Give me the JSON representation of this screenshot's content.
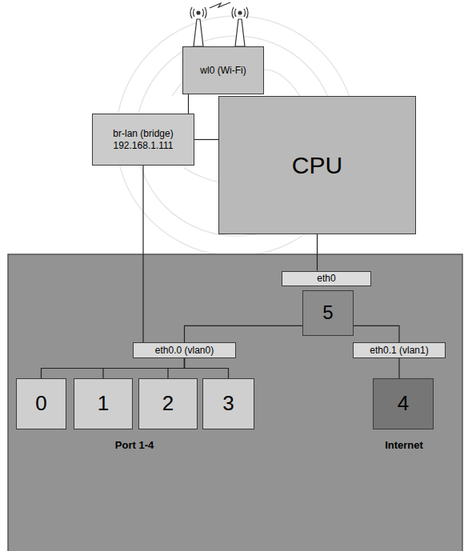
{
  "diagram": {
    "nodes": [
      {
        "text": [
          "wl0 (Wi-Fi)"
        ]
      },
      {
        "text": [
          "br-lan (bridge)",
          "192.168.1.111"
        ]
      },
      {
        "text": [
          "CPU"
        ]
      },
      {
        "text": [
          "eth0"
        ]
      },
      {
        "text": [
          "5"
        ]
      },
      {
        "text": [
          "eth0.0 (vlan0)"
        ]
      },
      {
        "text": [
          "eth0.1 (vlan1)"
        ]
      },
      {
        "text": [
          "0"
        ]
      },
      {
        "text": [
          "1"
        ]
      },
      {
        "text": [
          "2"
        ]
      },
      {
        "text": [
          "3"
        ]
      },
      {
        "text": [
          "4"
        ]
      }
    ],
    "edges": [
      {
        "from": 0,
        "to": 1,
        "arrow": "none"
      },
      {
        "from": 1,
        "to": 2,
        "arrow": "none"
      },
      {
        "from": 1,
        "to": 5,
        "arrow": "none"
      },
      {
        "from": 2,
        "to": 3,
        "arrow": "none"
      },
      {
        "from": 4,
        "to": 5,
        "arrow": "none"
      },
      {
        "from": 4,
        "to": 6,
        "arrow": "none"
      },
      {
        "from": 5,
        "to": 7,
        "arrow": "none"
      },
      {
        "from": 5,
        "to": 8,
        "arrow": "none"
      },
      {
        "from": 5,
        "to": 9,
        "arrow": "none"
      },
      {
        "from": 5,
        "to": 10,
        "arrow": "none"
      },
      {
        "from": 6,
        "to": 11,
        "arrow": "none"
      }
    ],
    "labels": [
      "Port 1-4",
      "Internet"
    ]
  }
}
